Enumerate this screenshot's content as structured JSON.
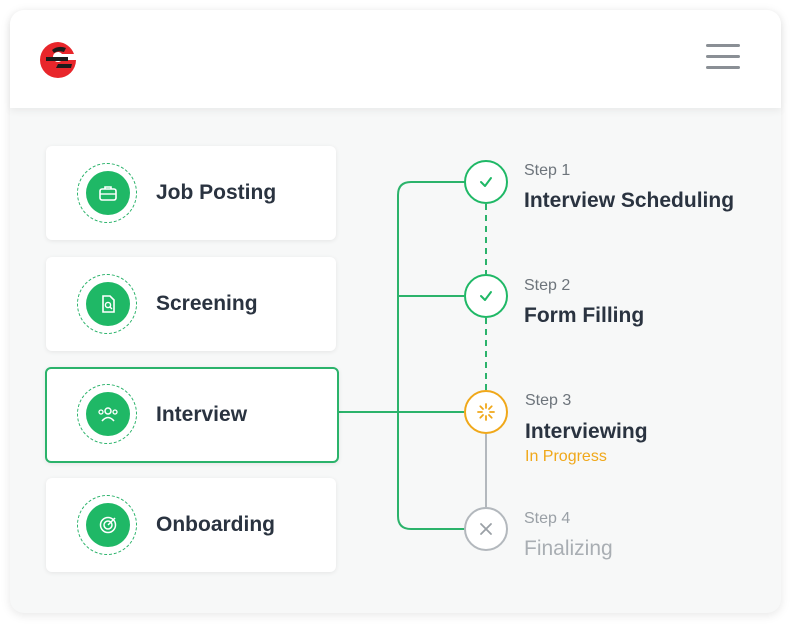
{
  "colors": {
    "accent": "#1fb866",
    "progress": "#f0a81a",
    "muted": "#b3b8bd",
    "text": "#2a3340"
  },
  "header": {
    "logo_icon": "brand-logo-icon",
    "menu_icon": "hamburger-menu-icon"
  },
  "stages": [
    {
      "label": "Job Posting",
      "icon": "briefcase-icon",
      "active": false
    },
    {
      "label": "Screening",
      "icon": "document-search-icon",
      "active": false
    },
    {
      "label": "Interview",
      "icon": "people-icon",
      "active": true
    },
    {
      "label": "Onboarding",
      "icon": "target-icon",
      "active": false
    }
  ],
  "steps": [
    {
      "number": "Step 1",
      "title": "Interview Scheduling",
      "status": "",
      "state": "done"
    },
    {
      "number": "Step 2",
      "title": "Form Filling",
      "status": "",
      "state": "done"
    },
    {
      "number": "Step 3",
      "title": "Interviewing",
      "status": "In Progress",
      "state": "in-progress"
    },
    {
      "number": "Step 4",
      "title": "Finalizing",
      "status": "",
      "state": "pending"
    }
  ]
}
